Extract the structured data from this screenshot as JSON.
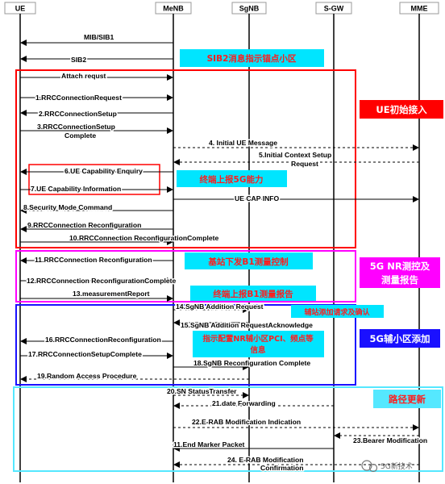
{
  "entities": [
    {
      "id": "ue",
      "label": "UE"
    },
    {
      "id": "menb",
      "label": "MeNB"
    },
    {
      "id": "sgnb",
      "label": "SgNB"
    },
    {
      "id": "sgw",
      "label": "S-GW"
    },
    {
      "id": "mme",
      "label": "MME"
    }
  ],
  "messages": [
    {
      "text": "MIB/SIB1",
      "from": "menb",
      "to": "ue",
      "style": "solid"
    },
    {
      "text": "SIB2",
      "from": "menb",
      "to": "ue",
      "style": "solid"
    },
    {
      "text": "Attach requst",
      "from": "ue",
      "to": "menb",
      "style": "solid"
    },
    {
      "text": "1.RRCConnectionRequest",
      "from": "ue",
      "to": "menb",
      "style": "solid"
    },
    {
      "text": "2.RRCConnectionSetup",
      "from": "menb",
      "to": "ue",
      "style": "solid"
    },
    {
      "text": "3.RRCConnectionSetup",
      "text2": "Complete",
      "from": "ue",
      "to": "menb",
      "style": "solid"
    },
    {
      "text": "4. Initial UE Message",
      "from": "menb",
      "to": "mme",
      "style": "dashed"
    },
    {
      "text": "5.Initial Context Setup",
      "text2": "Request",
      "from": "mme",
      "to": "menb",
      "style": "dashed"
    },
    {
      "text": "6.UE Capability Enquiry",
      "from": "menb",
      "to": "ue",
      "style": "solid"
    },
    {
      "text": "7.UE Capability Information",
      "from": "ue",
      "to": "menb",
      "style": "solid"
    },
    {
      "text": "UE CAP INFO",
      "from": "menb",
      "to": "mme",
      "style": "solid"
    },
    {
      "text": "8.Security Mode Command",
      "from": "menb",
      "to": "ue",
      "style": "solid"
    },
    {
      "text": "9.RRCConnection Reconfiguration",
      "from": "menb",
      "to": "ue",
      "style": "solid"
    },
    {
      "text": "10.RRCConnection ReconfigurationComplete",
      "from": "ue",
      "to": "menb",
      "style": "solid"
    },
    {
      "text": "11.RRCConnection Reconfiguration",
      "from": "menb",
      "to": "ue",
      "style": "solid"
    },
    {
      "text": "12.RRCConnection ReconfigurationComplete",
      "from": "ue",
      "to": "menb",
      "style": "solid"
    },
    {
      "text": "13.measurementReport",
      "from": "ue",
      "to": "menb",
      "style": "solid"
    },
    {
      "text": "14.SgNB Addition Request",
      "from": "menb",
      "to": "sgnb",
      "style": "solid"
    },
    {
      "text": "15.SgNB Addition RequestAcknowledge",
      "from": "sgnb",
      "to": "menb",
      "style": "solid"
    },
    {
      "text": "16.RRCConnectionReconfiguration",
      "from": "menb",
      "to": "ue",
      "style": "solid"
    },
    {
      "text": "17.RRCConnectionSetupComplete",
      "from": "ue",
      "to": "menb",
      "style": "solid"
    },
    {
      "text": "18.SgNB Reconfiguration Complete",
      "from": "menb",
      "to": "sgnb",
      "style": "solid"
    },
    {
      "text": "19.Random Access Procedure",
      "from": "sgnb",
      "to": "ue",
      "style": "dashed"
    },
    {
      "text": "20.SN StatusTransfer",
      "from": "menb",
      "to": "sgnb",
      "style": "dashed"
    },
    {
      "text": "21.date Forwarding",
      "from": "sgw",
      "to": "menb",
      "style": "dashed"
    },
    {
      "text": "22.E-RAB Modification Indication",
      "from": "menb",
      "to": "mme",
      "style": "dashed"
    },
    {
      "text": "23.Bearer Modification",
      "from": "mme",
      "to": "sgw",
      "style": "dashed"
    },
    {
      "text": "11.End Marker Packet",
      "from": "sgw",
      "to": "menb",
      "style": "solid"
    },
    {
      "text": "24. E-RAB Modification",
      "text2": "Confirmation",
      "from": "mme",
      "to": "menb",
      "style": "dashed"
    }
  ],
  "notes": [
    {
      "text": "SIB2消息指示锚点小区",
      "color": "#00e5ff"
    },
    {
      "text": "终端上报5G能力",
      "color": "#00e5ff"
    },
    {
      "text": "基站下发B1测量控制",
      "color": "#00e5ff"
    },
    {
      "text": "终端上报B1测量报告",
      "color": "#00e5ff"
    },
    {
      "text": "辅站添加请求及确认",
      "color": "#00e5ff"
    },
    {
      "text": "指示配置NR辅小区PCI、频点等",
      "text2": "信息",
      "color": "#00e5ff"
    }
  ],
  "phases": [
    {
      "label": "UE初始接入",
      "color": "#ff0000",
      "bg": "#ff0000"
    },
    {
      "label": "5G NR测控及",
      "label2": "测量报告",
      "color": "#ff00ff",
      "bg": "#ff00ff"
    },
    {
      "label": "5G辅小区添加",
      "color": "#0000ff",
      "bg": "#1a10ff"
    },
    {
      "label": "路径更新",
      "color": "#55e8ff",
      "bg": "#55e8ff",
      "text_color": "#ff1c1c"
    }
  ],
  "watermark": "5G新技术",
  "colors": {
    "phase_red": "#ff0000",
    "phase_magenta": "#ff00ff",
    "phase_blue": "#1a10ff",
    "phase_cyan": "#55e8ff",
    "note_bg": "#00e5ff",
    "note_text": "#ff1c1c"
  }
}
